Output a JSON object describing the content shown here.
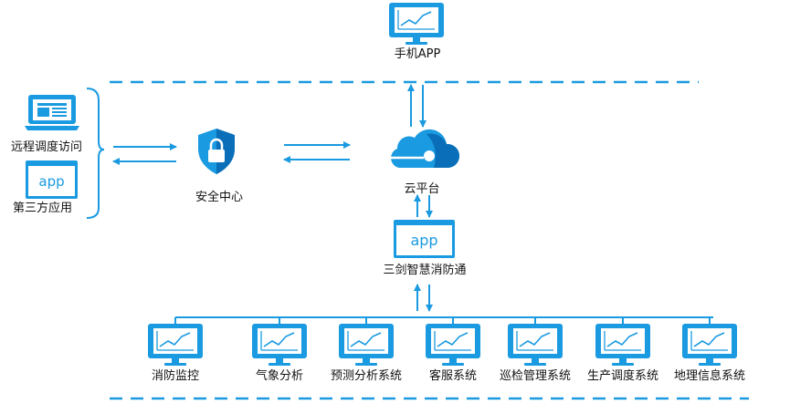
{
  "colors": {
    "accent": "#1a9ae0",
    "accent_dark": "#0a6fb8",
    "text": "#111111"
  },
  "top": {
    "label": "手机APP",
    "icon": "monitor-chart-icon"
  },
  "left": {
    "remote_label": "远程调度访问",
    "remote_icon": "laptop-icon",
    "third_label": "第三方应用",
    "third_icon": "app-window-icon",
    "third_icon_text": "app"
  },
  "security": {
    "label": "安全中心",
    "icon": "shield-lock-icon"
  },
  "cloud": {
    "label": "云平台",
    "icon": "cloud-icon"
  },
  "app": {
    "label": "三剑智慧消防通",
    "icon": "app-window-icon",
    "icon_text": "app"
  },
  "systems": [
    {
      "label": "消防监控",
      "icon": "monitor-chart-icon"
    },
    {
      "label": "气象分析",
      "icon": "monitor-chart-icon"
    },
    {
      "label": "预测分析系统",
      "icon": "monitor-chart-icon"
    },
    {
      "label": "客服系统",
      "icon": "monitor-chart-icon"
    },
    {
      "label": "巡检管理系统",
      "icon": "monitor-chart-icon"
    },
    {
      "label": "生产调度系统",
      "icon": "monitor-chart-icon"
    },
    {
      "label": "地理信息系统",
      "icon": "monitor-chart-icon"
    }
  ]
}
